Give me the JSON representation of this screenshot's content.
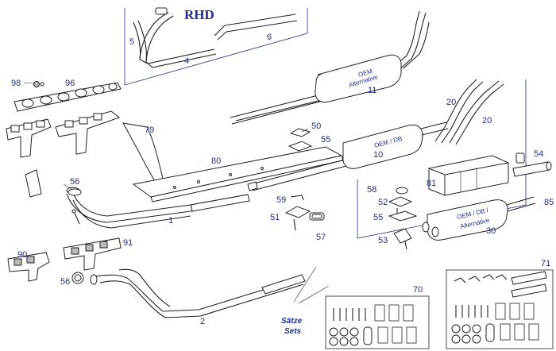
{
  "diagram": {
    "region_label": "RHD",
    "muffler_labels": {
      "rear_muffler": [
        "OEM",
        "Alternative"
      ],
      "middle_muffler": "OEM / DB",
      "front_muffler": [
        "OEM / DB /",
        "Alternative"
      ]
    },
    "sets_label": [
      "Sätze",
      "Sets"
    ],
    "parts": {
      "p1": "1",
      "p2": "2",
      "p4": "4",
      "p5": "5",
      "p6": "6",
      "p10": "10",
      "p11": "11",
      "p20a": "20",
      "p20b": "20",
      "p30": "30",
      "p50": "50",
      "p51": "51",
      "p52": "52",
      "p53": "53",
      "p54": "54",
      "p55a": "55",
      "p55b": "55",
      "p56a": "56",
      "p56b": "56",
      "p57": "57",
      "p58": "58",
      "p59": "59",
      "p70": "70",
      "p71": "71",
      "p79": "79",
      "p80": "80",
      "p81": "81",
      "p85": "85",
      "p90": "90",
      "p91": "91",
      "p96": "96",
      "p98": "98"
    },
    "colors": {
      "label": "#1f2f8c",
      "line_art": "#222222"
    }
  }
}
